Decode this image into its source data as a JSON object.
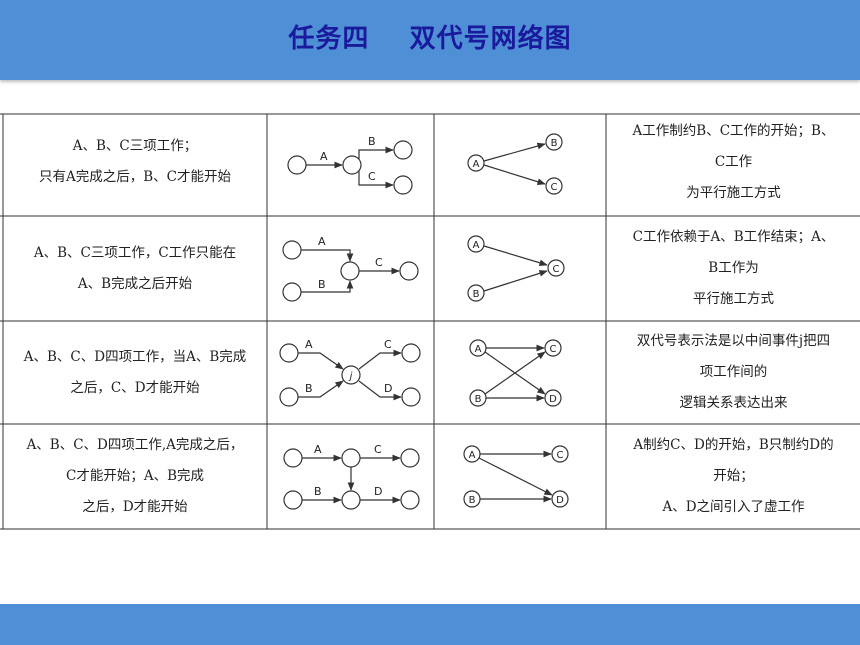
{
  "title": "任务四    双代号网络图",
  "rows": [
    {
      "left": [
        "A、B、C三项工作；",
        "只有A完成之后，B、C才能开始"
      ],
      "right": [
        "A工作制约B、C工作的开始；B、",
        "C工作",
        "为平行施工方式"
      ]
    },
    {
      "left": [
        "A、B、C三项工作，C工作只能在",
        "A、B完成之后开始"
      ],
      "right": [
        "C工作依赖于A、B工作结束；A、",
        "B工作为",
        "平行施工方式"
      ]
    },
    {
      "left": [
        "A、B、C、D四项工作，当A、B完成",
        "之后，C、D才能开始"
      ],
      "right": [
        "双代号表示法是以中间事件j把四",
        "项工作间的",
        "逻辑关系表达出来"
      ]
    },
    {
      "left": [
        "A、B、C、D四项工作,A完成之后，",
        "C才能开始；A、B完成",
        "之后，D才能开始"
      ],
      "right": [
        "A制约C、D的开始，B只制约D的",
        "开始；",
        "A、D之间引入了虚工作"
      ]
    }
  ],
  "labels": {
    "a": "A",
    "b": "B",
    "c": "C",
    "d": "D",
    "j": "j"
  }
}
